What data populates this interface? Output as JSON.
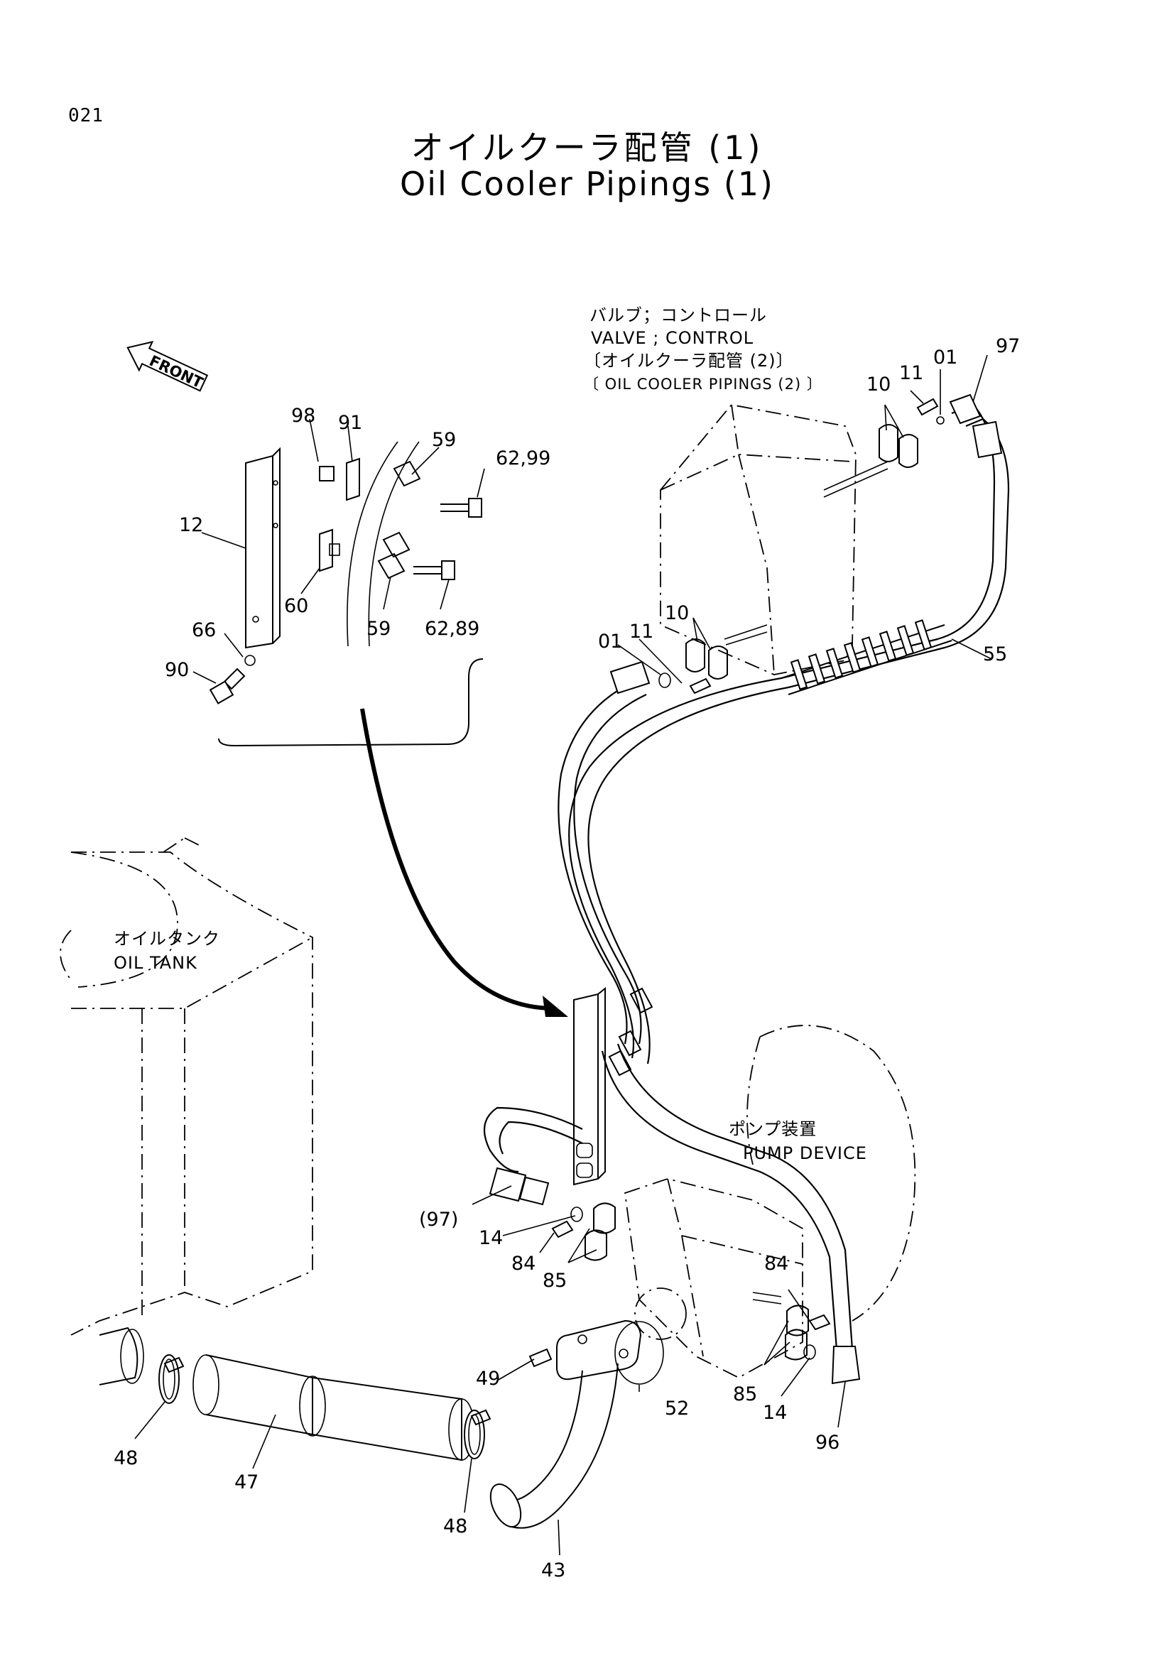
{
  "page": {
    "number": "021",
    "title_jp": "オイルクーラ配管 (1)",
    "title_en": "Oil Cooler Pipings (1)"
  },
  "arrow_front": "FRONT",
  "notes": {
    "valve_jp": "バルブ；コントロール",
    "valve_en": "VALVE ; CONTROL",
    "ref_jp": "〔オイルクーラ配管 (2)〕",
    "ref_en": "〔 OIL  COOLER  PIPINGS (2) 〕",
    "tank_jp": "オイルタンク",
    "tank_en": "OIL  TANK",
    "pump_jp": "ポンプ装置",
    "pump_en": "PUMP  DEVICE"
  },
  "callouts": [
    "98",
    "91",
    "59",
    "62,99",
    "12",
    "60",
    "59",
    "62,89",
    "66",
    "90",
    "01",
    "97",
    "10",
    "11",
    "10",
    "01",
    "11",
    "55",
    "(97)",
    "14",
    "84",
    "85",
    "84",
    "49",
    "52",
    "85",
    "14",
    "96",
    "48",
    "47",
    "48",
    "43"
  ]
}
